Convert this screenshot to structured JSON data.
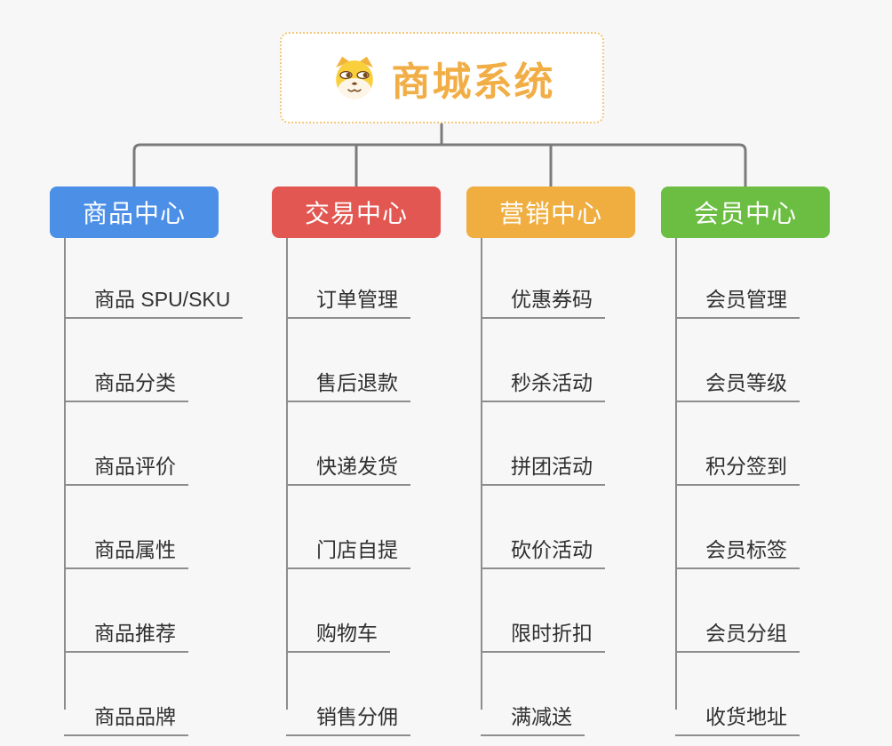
{
  "root": {
    "title": "商城系统",
    "icon": "dog-face-icon",
    "title_color": "#f2ae46",
    "border_color": "#f4c77c"
  },
  "branches": [
    {
      "label": "商品中心",
      "color": "#4c8fe6",
      "children": [
        "商品 SPU/SKU",
        "商品分类",
        "商品评价",
        "商品属性",
        "商品推荐",
        "商品品牌"
      ]
    },
    {
      "label": "交易中心",
      "color": "#e25751",
      "children": [
        "订单管理",
        "售后退款",
        "快递发货",
        "门店自提",
        "购物车",
        "销售分佣"
      ]
    },
    {
      "label": "营销中心",
      "color": "#efae3f",
      "children": [
        "优惠券码",
        "秒杀活动",
        "拼团活动",
        "砍价活动",
        "限时折扣",
        "满减送"
      ]
    },
    {
      "label": "会员中心",
      "color": "#6cbe43",
      "children": [
        "会员管理",
        "会员等级",
        "积分签到",
        "会员标签",
        "会员分组",
        "收货地址"
      ]
    }
  ],
  "connectors": {
    "trunk_color": "#7b7b7b",
    "child_line_color": "#8d8d8d"
  },
  "background_color": "#f7f7f7"
}
